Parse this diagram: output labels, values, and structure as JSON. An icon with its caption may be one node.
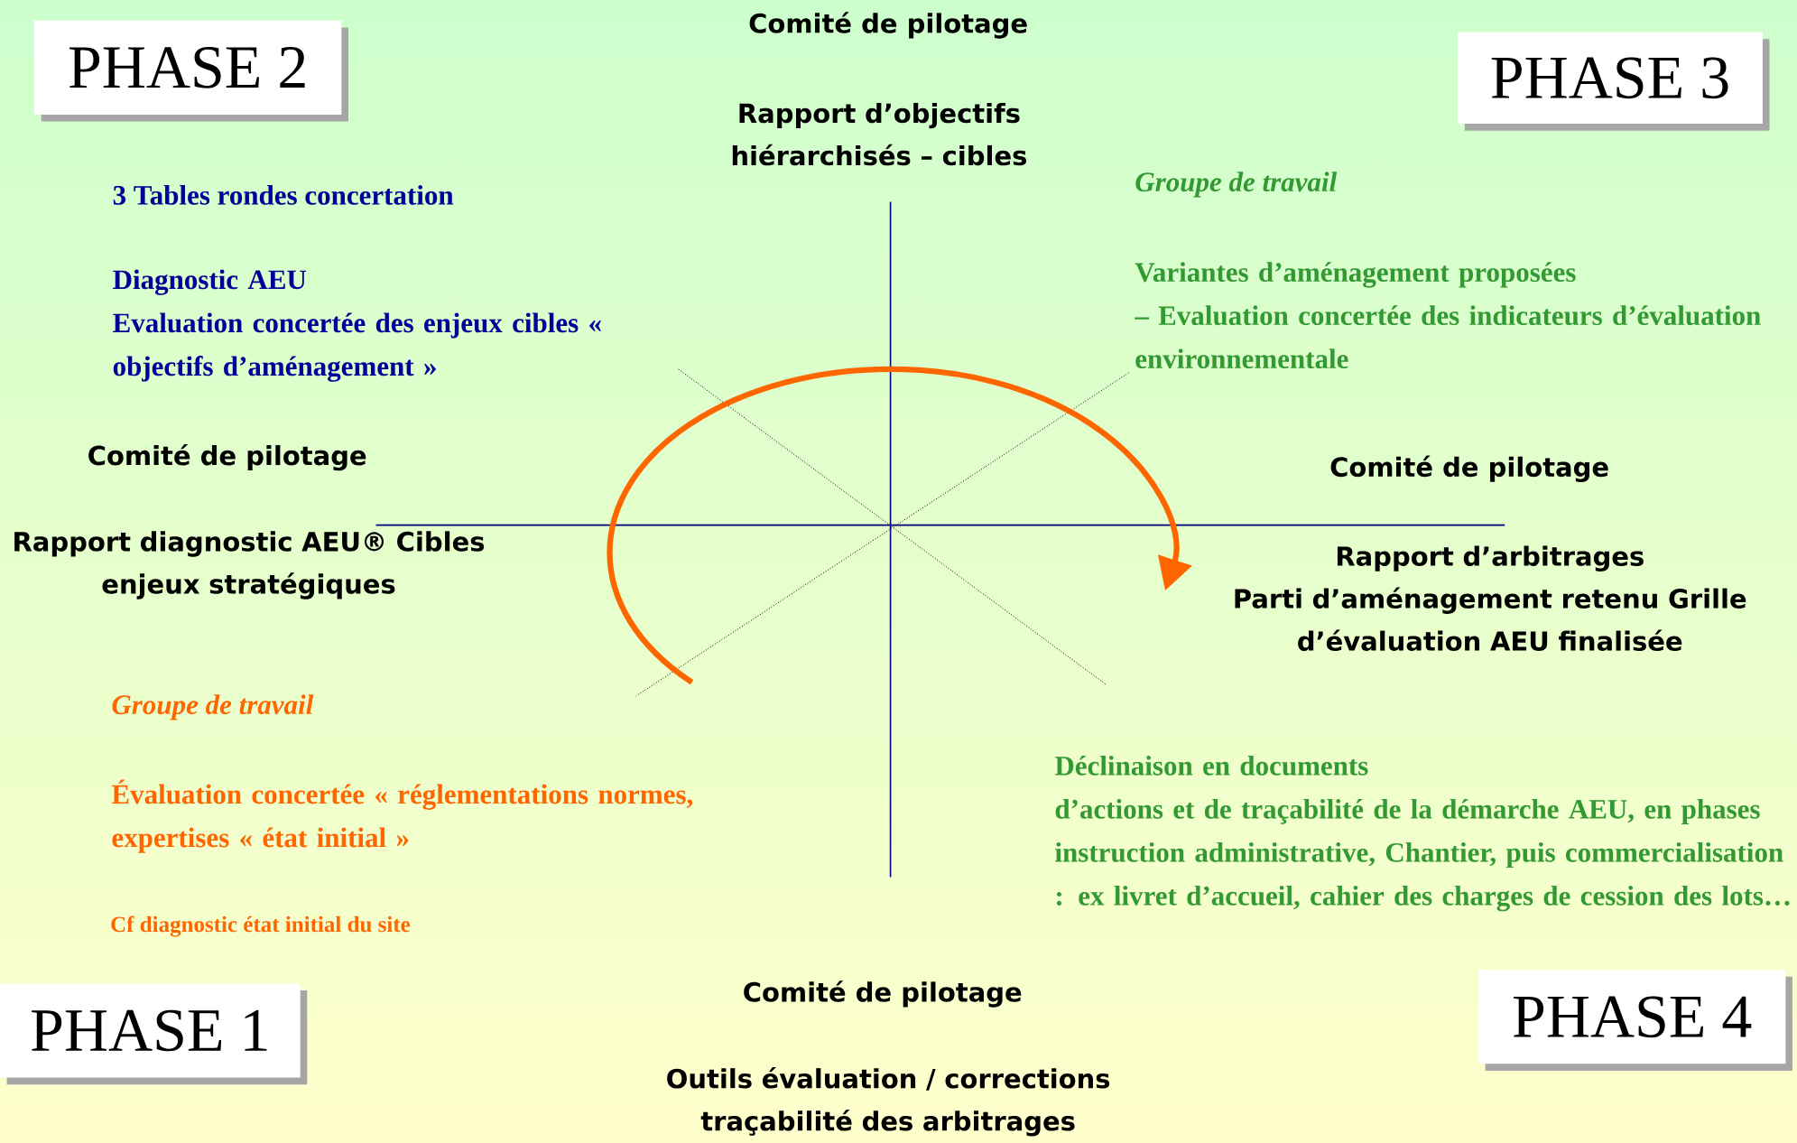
{
  "diagram": {
    "nodes": [
      {
        "text": [
          "PHASE 2"
        ]
      },
      {
        "text": [
          "PHASE 3"
        ]
      },
      {
        "text": [
          "PHASE 1"
        ]
      },
      {
        "text": [
          "PHASE 4"
        ]
      }
    ],
    "labels": [
      "Comité de pilotage",
      "Rapport d’objectifs hiérarchisés – cibles",
      "3 Tables rondes concertation",
      "Diagnostic AEU Evaluation concertée des enjeux cibles « objectifs d’aménagement »",
      "Groupe de travail",
      "Variantes d’aménagement proposées – Evaluation concertée des indicateurs d’évaluation environnementale",
      "Comité de pilotage",
      "Comité de pilotage",
      "Rapport diagnostic AEU® Cibles enjeux stratégiques",
      "Rapport d’arbitrages Parti d’aménagement retenu Grille d’évaluation AEU finalisée",
      "Groupe de travail",
      "Évaluation concertée « réglementations normes, expertises « état initial »",
      "Déclinaison en documents d’actions et de traçabilité de la démarche AEU, en phases instruction administrative, Chantier, puis commercialisation : ex livret d’accueil, cahier des charges de cession des lots…",
      "Cf diagnostic état initial du site",
      "Comité de pilotage",
      "Outils évaluation / corrections traçabilité des arbitrages"
    ]
  }
}
